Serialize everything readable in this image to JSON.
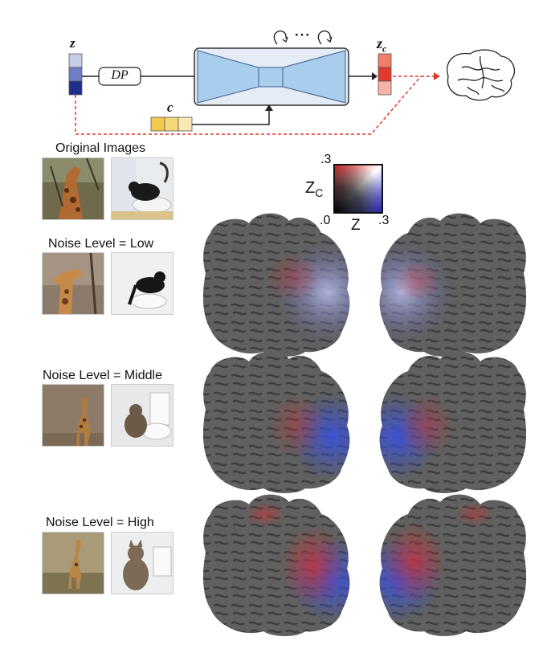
{
  "diagram": {
    "z_label": "z",
    "dp_label": "DP",
    "c_label": "c",
    "zc_label_main": "z",
    "zc_label_sub": "c",
    "loop_dots": "···"
  },
  "rows": [
    {
      "label": "Original Images"
    },
    {
      "label": "Noise Level = Low"
    },
    {
      "label": "Noise Level = Middle"
    },
    {
      "label": "Noise Level = High"
    }
  ],
  "colorscale": {
    "y_label_main": "Z",
    "y_label_sub": "C",
    "x_label": "Z",
    "y_top": ".3",
    "origin": ".0",
    "x_right": ".3"
  },
  "colors": {
    "accent_red": "#e23b2e",
    "accent_blue": "#2b3f9e",
    "network_fill": "#a9cdec",
    "cortex_gray": "#5a5a5a"
  }
}
